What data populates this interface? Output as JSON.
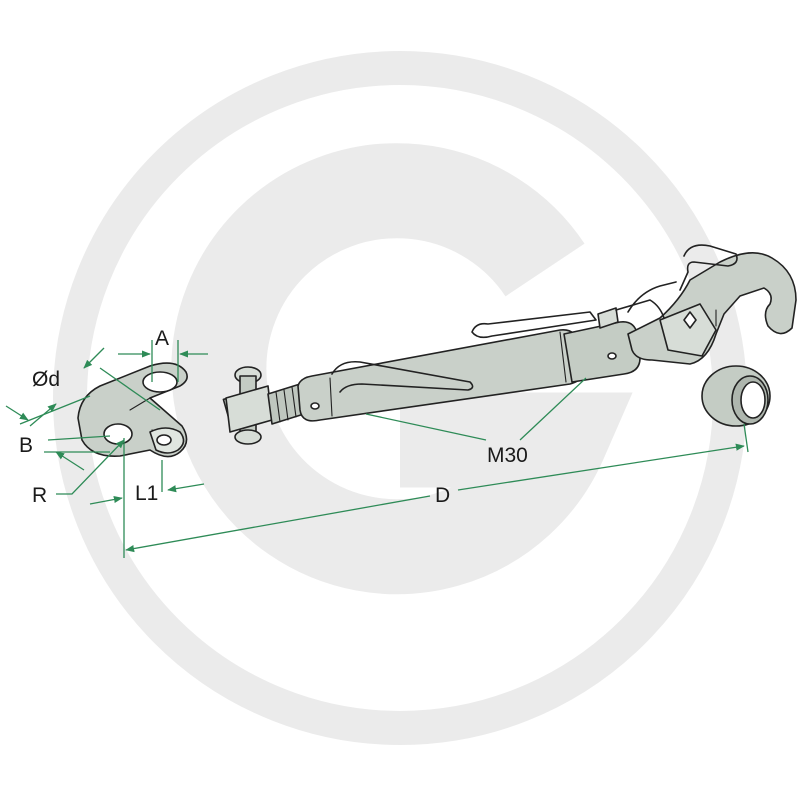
{
  "labels": {
    "a": "A",
    "od": "Ød",
    "b": "B",
    "r": "R",
    "l1": "L1",
    "d": "D",
    "m30": "M30"
  },
  "colors": {
    "part_fill": "#d2d8d2",
    "part_shade": "#b4bcb4",
    "dimension_line": "#2e8b57",
    "outline": "#222222",
    "watermark": "#ebebeb"
  },
  "icons": {
    "watermark": "g-logo-watermark"
  }
}
